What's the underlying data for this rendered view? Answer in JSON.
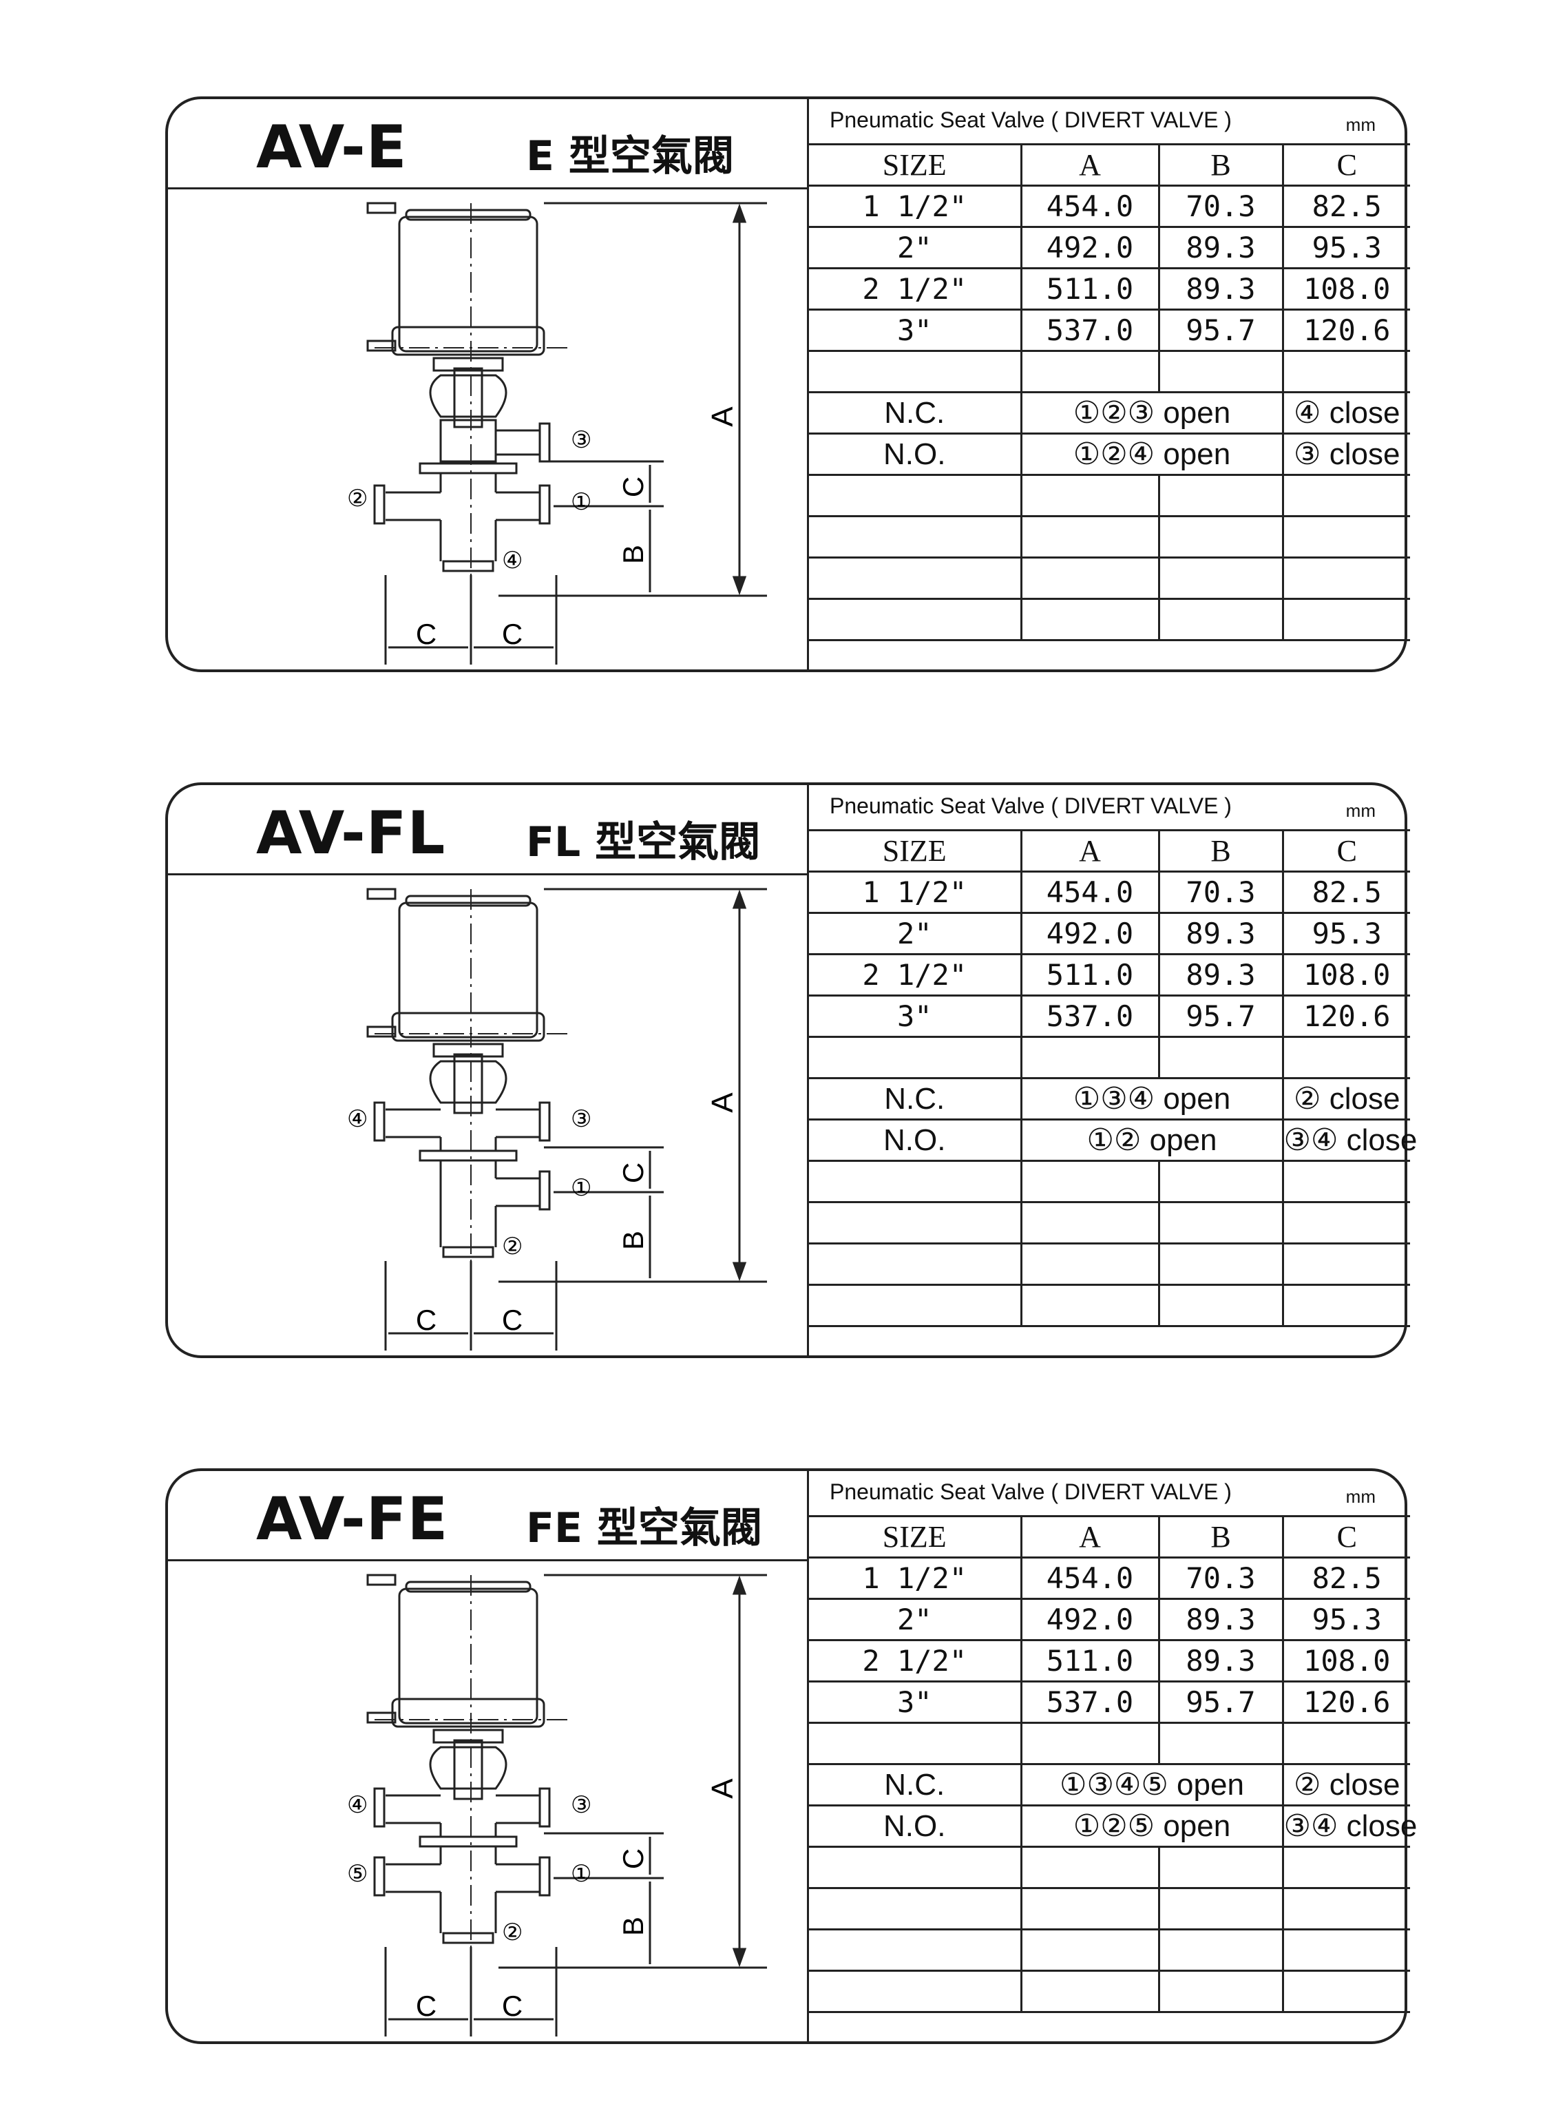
{
  "cards": [
    {
      "title": "AV-E",
      "subtitle": "E 型空氣閥",
      "table": {
        "caption": "Pneumatic  Seat  Valve ( DIVERT  VALVE )",
        "unit": "mm",
        "headers": [
          "SIZE",
          "A",
          "B",
          "C"
        ],
        "rows": [
          [
            "1 1/2\"",
            "454.0",
            "70.3",
            "82.5"
          ],
          [
            "2\"",
            "492.0",
            "89.3",
            "95.3"
          ],
          [
            "2 1/2\"",
            "511.0",
            "89.3",
            "108.0"
          ],
          [
            "3\"",
            "537.0",
            "95.7",
            "120.6"
          ]
        ],
        "states": [
          {
            "mode": "N.C.",
            "open": "①②③ open",
            "close": "④ close"
          },
          {
            "mode": "N.O.",
            "open": "①②④ open",
            "close": "③ close"
          }
        ]
      },
      "diagram": {
        "port_labels": [
          "③",
          "②",
          "①",
          "④"
        ],
        "dimension_labels": {
          "a": "A",
          "b": "B",
          "c": "C",
          "c_left": "C",
          "c_right": "C"
        }
      }
    },
    {
      "title": "AV-FL",
      "subtitle": "FL 型空氣閥",
      "table": {
        "caption": "Pneumatic  Seat  Valve ( DIVERT  VALVE )",
        "unit": "mm",
        "headers": [
          "SIZE",
          "A",
          "B",
          "C"
        ],
        "rows": [
          [
            "1 1/2\"",
            "454.0",
            "70.3",
            "82.5"
          ],
          [
            "2\"",
            "492.0",
            "89.3",
            "95.3"
          ],
          [
            "2 1/2\"",
            "511.0",
            "89.3",
            "108.0"
          ],
          [
            "3\"",
            "537.0",
            "95.7",
            "120.6"
          ]
        ],
        "states": [
          {
            "mode": "N.C.",
            "open": "①③④ open",
            "close": "② close"
          },
          {
            "mode": "N.O.",
            "open": "①② open",
            "close": "③④ close"
          }
        ]
      },
      "diagram": {
        "port_labels": [
          "④",
          "③",
          "①",
          "②"
        ],
        "dimension_labels": {
          "a": "A",
          "b": "B",
          "c": "C",
          "c_left": "C",
          "c_right": "C"
        }
      }
    },
    {
      "title": "AV-FE",
      "subtitle": "FE 型空氣閥",
      "table": {
        "caption": "Pneumatic  Seat  Valve ( DIVERT  VALVE )",
        "unit": "mm",
        "headers": [
          "SIZE",
          "A",
          "B",
          "C"
        ],
        "rows": [
          [
            "1 1/2\"",
            "454.0",
            "70.3",
            "82.5"
          ],
          [
            "2\"",
            "492.0",
            "89.3",
            "95.3"
          ],
          [
            "2 1/2\"",
            "511.0",
            "89.3",
            "108.0"
          ],
          [
            "3\"",
            "537.0",
            "95.7",
            "120.6"
          ]
        ],
        "states": [
          {
            "mode": "N.C.",
            "open": "①③④⑤ open",
            "close": "② close"
          },
          {
            "mode": "N.O.",
            "open": "①②⑤ open",
            "close": "③④ close"
          }
        ]
      },
      "diagram": {
        "port_labels": [
          "④",
          "③",
          "⑤",
          "①",
          "②"
        ],
        "dimension_labels": {
          "a": "A",
          "b": "B",
          "c": "C",
          "c_left": "C",
          "c_right": "C"
        }
      }
    }
  ]
}
